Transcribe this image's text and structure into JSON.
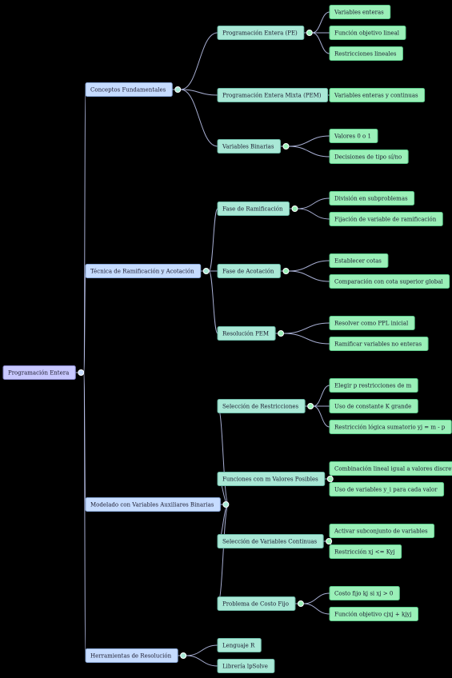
{
  "colors": {
    "background": "#000000",
    "root_fill": "#c8c8ff",
    "root_stroke": "#8888cc",
    "level1_fill": "#c6dcff",
    "level1_stroke": "#8aa8d8",
    "level2_fill": "#a9e8d6",
    "level2_stroke": "#6cb8a6",
    "level3_fill": "#9af0b8",
    "level3_stroke": "#5cc88a",
    "edge": "#b8c0e8",
    "text": "#1a1a2e"
  },
  "mindmap": {
    "root": {
      "label": "Programación Entera",
      "children": [
        {
          "label": "Conceptos Fundamentales",
          "children": [
            {
              "label": "Programación Entera (PE)",
              "children": [
                {
                  "label": "Variables enteras"
                },
                {
                  "label": "Función objetivo lineal"
                },
                {
                  "label": "Restricciones lineales"
                }
              ]
            },
            {
              "label": "Programación Entera Mixta (PEM)",
              "children": [
                {
                  "label": "Variables enteras y continuas"
                }
              ]
            },
            {
              "label": "Variables Binarias",
              "children": [
                {
                  "label": "Valores 0 o 1"
                },
                {
                  "label": "Decisiones de tipo sí/no"
                }
              ]
            }
          ]
        },
        {
          "label": "Técnica de Ramificación y Acotación",
          "children": [
            {
              "label": "Fase de Ramificación",
              "children": [
                {
                  "label": "División en subproblemas"
                },
                {
                  "label": "Fijación de variable de ramificación"
                }
              ]
            },
            {
              "label": "Fase de Acotación",
              "children": [
                {
                  "label": "Establecer cotas"
                },
                {
                  "label": "Comparación con cota superior global"
                }
              ]
            },
            {
              "label": "Resolución PEM",
              "children": [
                {
                  "label": "Resolver como PPL inicial"
                },
                {
                  "label": "Ramificar variables no enteras"
                }
              ]
            }
          ]
        },
        {
          "label": "Modelado con Variables Auxiliares Binarias",
          "children": [
            {
              "label": "Selección de Restricciones",
              "children": [
                {
                  "label": "Elegir p restricciones de m"
                },
                {
                  "label": "Uso de constante K grande"
                },
                {
                  "label": "Restricción lógica sumatorio yj = m - p"
                }
              ]
            },
            {
              "label": "Funciones con m Valores Posibles",
              "children": [
                {
                  "label": "Combinación lineal igual a valores discretos"
                },
                {
                  "label": "Uso de variables y_i para cada valor"
                }
              ]
            },
            {
              "label": "Selección de Variables Continuas",
              "children": [
                {
                  "label": "Activar subconjunto de variables"
                },
                {
                  "label": "Restricción xj <= Kyj"
                }
              ]
            },
            {
              "label": "Problema de Costo Fijo",
              "children": [
                {
                  "label": "Costo fijo kj si xj > 0"
                },
                {
                  "label": "Función objetivo cjxj + kjyj"
                }
              ]
            }
          ]
        },
        {
          "label": "Herramientas de Resolución",
          "children": [
            {
              "label": "Lenguaje R"
            },
            {
              "label": "Librería lpSolve"
            }
          ]
        }
      ]
    }
  }
}
